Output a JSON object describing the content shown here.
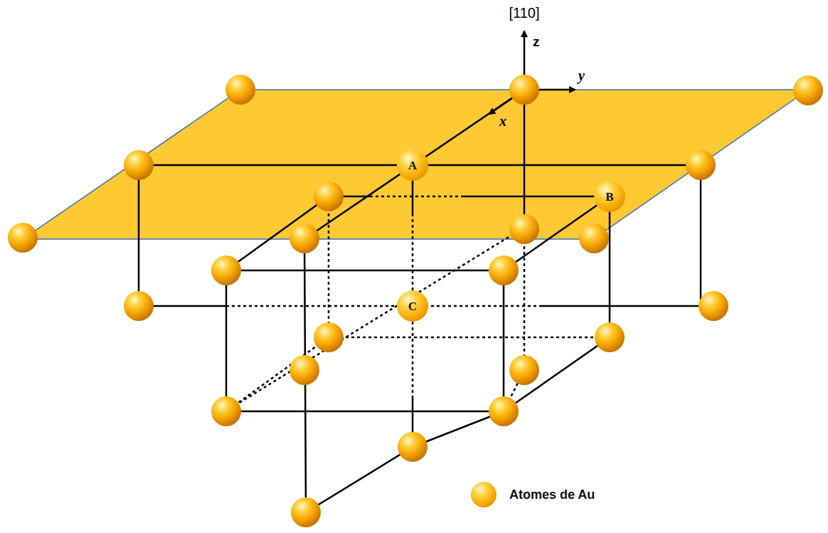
{
  "diagram": {
    "nodes": [
      {
        "text": [
          "A"
        ]
      },
      {
        "text": [
          "B"
        ]
      },
      {
        "text": [
          "C"
        ]
      }
    ],
    "labels": [
      "[110]",
      "z",
      "y",
      "x"
    ],
    "legend": [
      {
        "text": "Atomes de Au"
      }
    ]
  }
}
